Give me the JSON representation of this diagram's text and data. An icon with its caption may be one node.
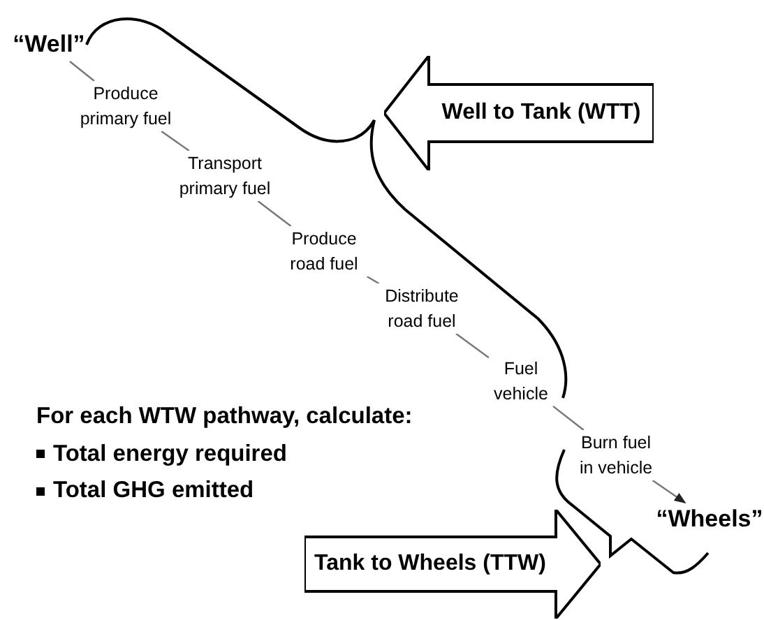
{
  "diagram": {
    "nodes": [
      {
        "text": [
          "“Well”"
        ]
      },
      {
        "text": [
          "Produce primary fuel"
        ]
      },
      {
        "text": [
          "Transport primary fuel"
        ]
      },
      {
        "text": [
          "Produce road fuel"
        ]
      },
      {
        "text": [
          "Distribute road fuel"
        ]
      },
      {
        "text": [
          "Fuel vehicle"
        ]
      },
      {
        "text": [
          "Burn fuel in vehicle"
        ]
      },
      {
        "text": [
          "“Wheels”"
        ]
      },
      {
        "text": [
          "Well to Tank (WTT)"
        ]
      },
      {
        "text": [
          "Tank to Wheels (TTW)"
        ]
      }
    ],
    "edges": [
      {
        "from": 0,
        "to": 1,
        "arrow": "none"
      },
      {
        "from": 1,
        "to": 2,
        "arrow": "none"
      },
      {
        "from": 2,
        "to": 3,
        "arrow": "none"
      },
      {
        "from": 3,
        "to": 4,
        "arrow": "none"
      },
      {
        "from": 4,
        "to": 5,
        "arrow": "none"
      },
      {
        "from": 5,
        "to": 6,
        "arrow": "none"
      },
      {
        "from": 6,
        "to": 7,
        "arrow": "to"
      }
    ],
    "labels": [
      "For each WTW pathway, calculate:",
      "Total energy required",
      "Total GHG emitted"
    ]
  }
}
